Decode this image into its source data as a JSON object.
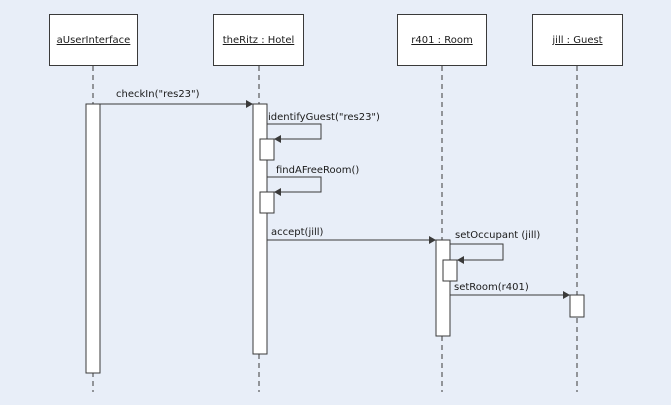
{
  "objects": {
    "ui": "aUserInterface",
    "hotel": "theRitz : Hotel",
    "room": "r401 : Room",
    "guest": "jill : Guest"
  },
  "messages": {
    "checkin": "checkIn(\"res23\")",
    "identify": "identifyGuest(\"res23\")",
    "findroom": "findAFreeRoom()",
    "accept": "accept(jill)",
    "setoccupant": "setOccupant (jill)",
    "setroom": "setRoom(r401)"
  },
  "colors": {
    "background": "#e8eef8",
    "line": "#3a3a3a",
    "box_fill": "#ffffff"
  }
}
